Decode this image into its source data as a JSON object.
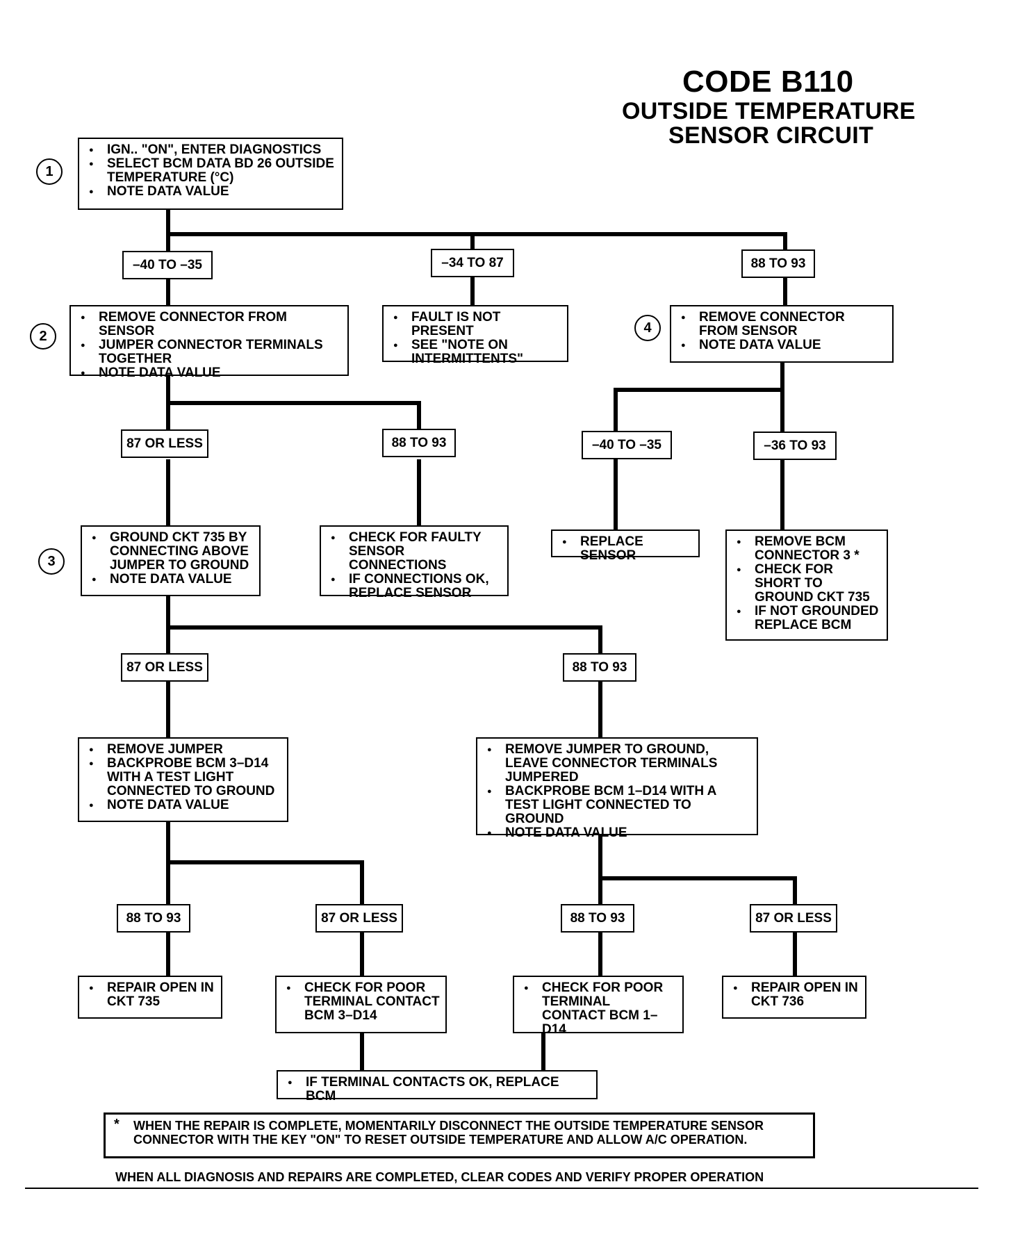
{
  "title": {
    "code": "CODE B110",
    "line1": "OUTSIDE TEMPERATURE",
    "line2": "SENSOR CIRCUIT"
  },
  "steps": [
    "1",
    "2",
    "3",
    "4"
  ],
  "boxes": {
    "b1": [
      "IGN.. \"ON\", ENTER DIAGNOSTICS",
      "SELECT BCM DATA BD 26 OUTSIDE TEMPERATURE (°C)",
      "NOTE DATA VALUE"
    ],
    "b2": [
      "REMOVE CONNECTOR FROM SENSOR",
      "JUMPER CONNECTOR TERMINALS TOGETHER",
      "NOTE DATA VALUE"
    ],
    "b_fault": [
      "FAULT IS NOT PRESENT",
      "SEE \"NOTE ON INTERMITTENTS\""
    ],
    "b4": [
      "REMOVE CONNECTOR FROM SENSOR",
      "NOTE DATA VALUE"
    ],
    "b3": [
      "GROUND CKT 735 BY CONNECTING ABOVE JUMPER TO GROUND",
      "NOTE DATA VALUE"
    ],
    "b_faulty": [
      "CHECK FOR FAULTY SENSOR CONNECTIONS",
      "IF CONNECTIONS OK, REPLACE SENSOR"
    ],
    "b_replace_sensor": [
      "REPLACE SENSOR"
    ],
    "b_remove_bcm": [
      "REMOVE BCM CONNECTOR 3 *",
      "CHECK FOR SHORT TO GROUND CKT 735",
      "IF NOT GROUNDED REPLACE BCM"
    ],
    "b_remove_jumper": [
      "REMOVE JUMPER",
      "BACKPROBE BCM 3–D14 WITH A TEST LIGHT CONNECTED TO GROUND",
      "NOTE DATA VALUE"
    ],
    "b_remove_jumper_ground": [
      "REMOVE JUMPER TO GROUND, LEAVE CONNECTOR TERMINALS JUMPERED",
      "BACKPROBE BCM 1–D14 WITH A TEST LIGHT CONNECTED TO GROUND",
      "NOTE DATA VALUE"
    ],
    "b_repair_735": [
      "REPAIR OPEN IN CKT 735"
    ],
    "b_poor_3d14": [
      "CHECK FOR POOR TERMINAL CONTACT BCM 3–D14"
    ],
    "b_poor_1d14": [
      "CHECK FOR POOR TERMINAL CONTACT BCM 1–D14"
    ],
    "b_repair_736": [
      "REPAIR OPEN IN CKT 736"
    ],
    "b_replace_bcm": [
      "IF TERMINAL CONTACTS OK, REPLACE BCM"
    ]
  },
  "labels": {
    "l1": "–40 TO –35",
    "l2": "–34 TO 87",
    "l3": "88 TO 93",
    "l4": "87 OR LESS",
    "l5": "88 TO 93",
    "l6": "–40 TO –35",
    "l7": "–36 TO 93",
    "l8": "87 OR LESS",
    "l9": "88 TO 93",
    "l10": "88 TO 93",
    "l11": "87 OR LESS",
    "l12": "88 TO 93",
    "l13": "87 OR LESS"
  },
  "note": {
    "star": "*",
    "text": "WHEN THE REPAIR IS COMPLETE, MOMENTARILY DISCONNECT THE OUTSIDE TEMPERATURE SENSOR CONNECTOR WITH THE KEY \"ON\" TO RESET OUTSIDE TEMPERATURE AND ALLOW A/C OPERATION."
  },
  "footer": "WHEN ALL DIAGNOSIS AND REPAIRS ARE COMPLETED, CLEAR CODES AND VERIFY PROPER OPERATION"
}
